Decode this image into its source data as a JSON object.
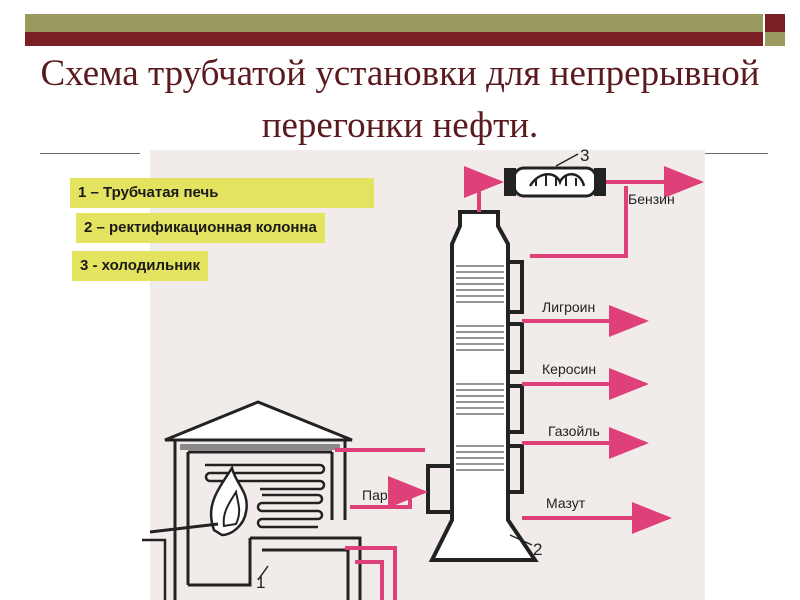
{
  "slide": {
    "title": "Схема трубчатой установки для непрерывной перегонки нефти."
  },
  "legend": {
    "items": [
      {
        "label": "1 – Трубчатая печь"
      },
      {
        "label": "2 – ректификационная колонна"
      },
      {
        "label": "3 - холодильник"
      }
    ]
  },
  "diagram": {
    "outputs": {
      "benzin": "Бензин",
      "ligroin": "Лигроин",
      "kerosin": "Керосин",
      "gazoil": "Газойль",
      "mazut": "Мазут"
    },
    "steam": "Пар",
    "markers": {
      "furnace": "1",
      "column": "2",
      "cooler": "3"
    }
  },
  "colors": {
    "accent_olive": "#9a9a5e",
    "accent_maroon": "#7a1f24",
    "legend_bg": "#e3e35f",
    "flow_arrow": "#e0407a",
    "title_text": "#5a1a1e"
  }
}
